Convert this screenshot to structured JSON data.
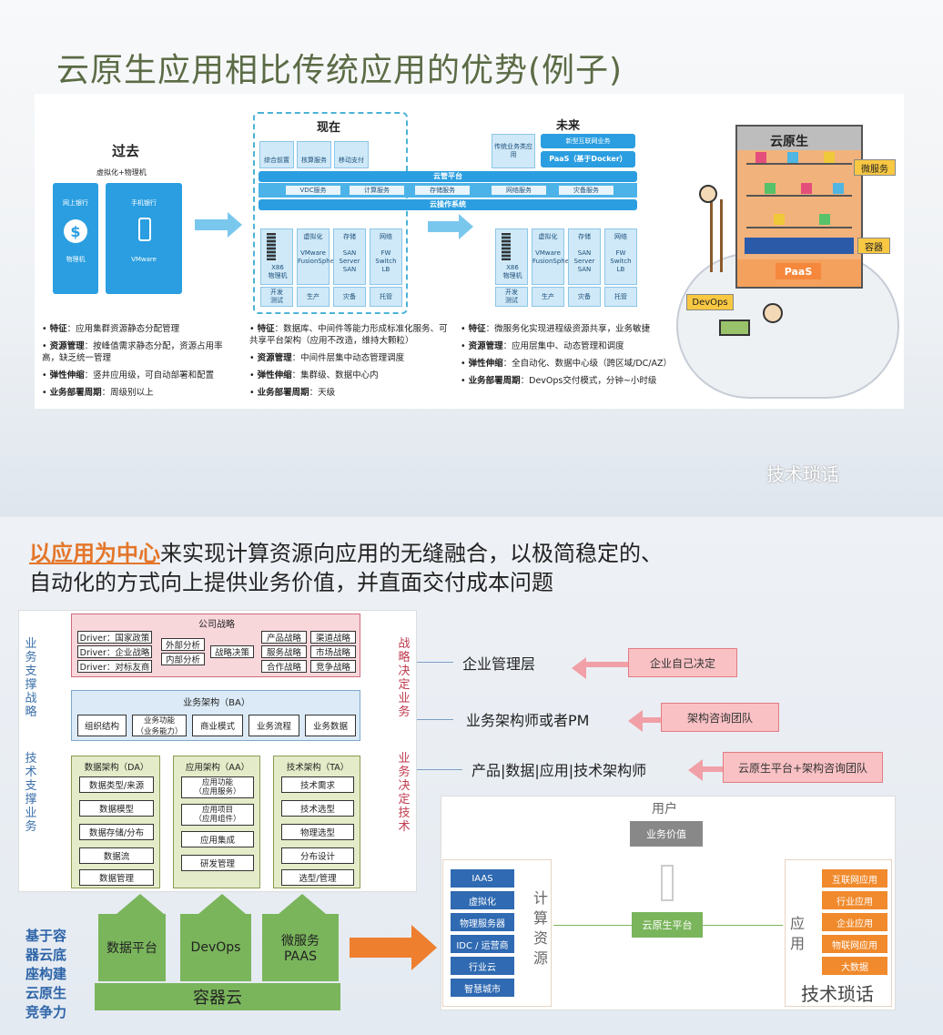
{
  "slide1": {
    "title": "云原生应用相比传统应用的优势(例子)",
    "past": {
      "heading": "过去",
      "sub": "虚拟化+物理机",
      "card1": {
        "title": "网上银行",
        "label": "物理机"
      },
      "card2": {
        "title": "手机银行",
        "label": "VMware"
      },
      "bullets": [
        {
          "k": "特征",
          "v": "：应用集群资源静态分配管理"
        },
        {
          "k": "资源管理",
          "v": "：按峰值需求静态分配，资源占用率高，缺乏统一管理"
        },
        {
          "k": "弹性伸缩",
          "v": "：竖井应用级，可自动部署和配置"
        },
        {
          "k": "业务部署周期",
          "v": "：周级别以上"
        }
      ]
    },
    "now": {
      "heading": "现在",
      "apps": [
        "综合前置",
        "核算服务",
        "移动支付"
      ],
      "cloud_platform": "云管平台",
      "services": [
        "VDC服务",
        "计算服务",
        "存储服务"
      ],
      "os": "云操作系统",
      "cols": [
        {
          "name": "X86\n物理机",
          "env": "开发\n测试"
        },
        {
          "name": "虚拟化\n\nVMware\nFusionSphere",
          "env": "生产"
        },
        {
          "name": "存储\n\nSAN\nServer\nSAN",
          "env": "灾备"
        },
        {
          "name": "网络\n\nFW\nSwitch\nLB",
          "env": "托管"
        }
      ],
      "bullets": [
        {
          "k": "特征",
          "v": "：数据库、中间件等能力形成标准化服务、可共享平台架构（应用不改造，维持大颗粒）"
        },
        {
          "k": "资源管理",
          "v": "：中间件层集中动态管理调度"
        },
        {
          "k": "弹性伸缩",
          "v": "：集群级、数据中心内"
        },
        {
          "k": "业务部署周期",
          "v": "：天级"
        }
      ]
    },
    "future": {
      "heading": "未来",
      "apps": [
        "传统业务类应用",
        "新型互联网业务"
      ],
      "paas": "PaaS（基于Docker）",
      "services": [
        "网络服务",
        "灾备服务"
      ],
      "cols": [
        {
          "name": "X86\n物理机",
          "env": "开发\n测试"
        },
        {
          "name": "虚拟化\n\nVMware\nFusionSphere",
          "env": "生产"
        },
        {
          "name": "存储\n\nSAN\nServer\nSAN",
          "env": "灾备"
        },
        {
          "name": "网络\n\nFW\nSwitch\nLB",
          "env": "托管"
        }
      ],
      "bullets": [
        {
          "k": "特征",
          "v": "：微服务化实现进程级资源共享，业务敏捷"
        },
        {
          "k": "资源管理",
          "v": "：应用层集中、动态管理和调度"
        },
        {
          "k": "弹性伸缩",
          "v": "：全自动化、数据中心级（跨区域/DC/AZ）"
        },
        {
          "k": "业务部署周期",
          "v": "：DevOps交付模式，分钟~小时级"
        }
      ]
    },
    "illustration": {
      "title": "云原生",
      "label_micro": "微服务",
      "label_container": "容器",
      "label_paas": "PaaS",
      "label_devops": "DevOps"
    },
    "watermark": "技术琐话"
  },
  "slide2": {
    "title_highlight": "以应用为中心",
    "title_rest_line1": "来实现计算资源向应用的无缝融合，以极简稳定的、",
    "title_line2": "自动化的方式向上提供业务价值，并直面交付成本问题",
    "strategy": {
      "title": "公司战略",
      "drivers": [
        "Driver：国家政策",
        "Driver：企业战略",
        "Driver：对标友商"
      ],
      "analysis": [
        "外部分析",
        "内部分析"
      ],
      "decision": "战略决策",
      "strategies": [
        "产品战略",
        "渠道战略",
        "服务战略",
        "市场战略",
        "合作战略",
        "竞争战略"
      ]
    },
    "ba": {
      "title": "业务架构（BA）",
      "items": [
        "组织结构",
        "业务功能\n（业务能力）",
        "商业模式",
        "业务流程",
        "业务数据"
      ]
    },
    "da": {
      "title": "数据架构（DA）",
      "items": [
        "数据类型/来源",
        "数据模型",
        "数据存储/分布",
        "数据流",
        "数据管理"
      ]
    },
    "aa": {
      "title": "应用架构（AA）",
      "items": [
        "应用功能\n（应用服务）",
        "应用项目\n（应用组件）",
        "应用集成",
        "研发管理"
      ]
    },
    "ta": {
      "title": "技术架构（TA）",
      "items": [
        "技术需求",
        "技术选型",
        "物理选型",
        "分布设计",
        "选型/管理"
      ]
    },
    "left_label_top": "业务支撑战略",
    "left_label_bottom": "技术支撑业务",
    "right_label_top": "战略决定业务",
    "right_label_bottom": "业务决定技术",
    "layers": [
      {
        "label": "企业管理层",
        "tag": "企业自己决定"
      },
      {
        "label": "业务架构师或者PM",
        "tag": "架构咨询团队"
      },
      {
        "label": "产品|数据|应用|技术架构师",
        "tag": "云原生平台+架构咨询团队"
      }
    ],
    "base_side_text": "基于容器云底座构建云原生竞争力",
    "base_boxes": [
      "数据平台",
      "DevOps",
      "微服务\nPAAS"
    ],
    "container_cloud": "容器云",
    "right_diagram": {
      "user": "用户",
      "value": "业务价值",
      "compute_label": "计算资源",
      "compute_items": [
        "IAAS",
        "虚拟化",
        "物理服务器",
        "IDC / 运营商",
        "行业云",
        "智慧城市"
      ],
      "platform": "云原生平台",
      "app_label": "应用",
      "app_items": [
        "互联网应用",
        "行业应用",
        "企业应用",
        "物联网应用",
        "大数据"
      ]
    },
    "watermark": "技术琐话"
  }
}
